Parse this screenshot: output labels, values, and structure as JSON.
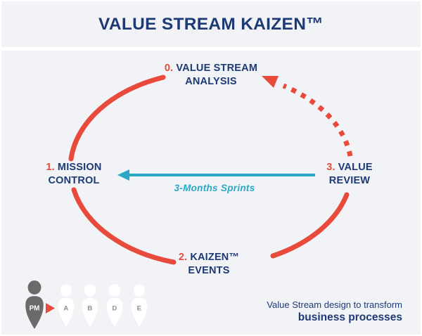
{
  "title": "VALUE STREAM KAIZEN™",
  "cycle": {
    "steps": [
      {
        "number": "0.",
        "line1": "VALUE STREAM",
        "line2": "ANALYSIS"
      },
      {
        "number": "1.",
        "line1": "MISSION",
        "line2": "CONTROL"
      },
      {
        "number": "2.",
        "line1": "KAIZEN™",
        "line2": "EVENTS"
      },
      {
        "number": "3.",
        "line1": "VALUE",
        "line2": "REVIEW"
      }
    ],
    "sprint_arrow_label": "3-Months Sprints"
  },
  "team": {
    "lead": "PM",
    "members": [
      "A",
      "B",
      "D",
      "E"
    ]
  },
  "footer": {
    "line1": "Value Stream design to transform",
    "line2": "business processes"
  },
  "colors": {
    "navy": "#1d3a75",
    "red": "#e84b3b",
    "cyan": "#28a8c6",
    "background": "#f2f3f7",
    "lead_gray": "#6a6a6a",
    "member_letter_gray": "#8f8f8f"
  },
  "icons": {
    "team_lead": "person-icon",
    "team_member": "person-icon",
    "lead_pointer": "triangle-right-icon",
    "sprint_arrow": "arrow-left-icon",
    "feedback_arrow": "dashed-curved-arrow-icon"
  }
}
